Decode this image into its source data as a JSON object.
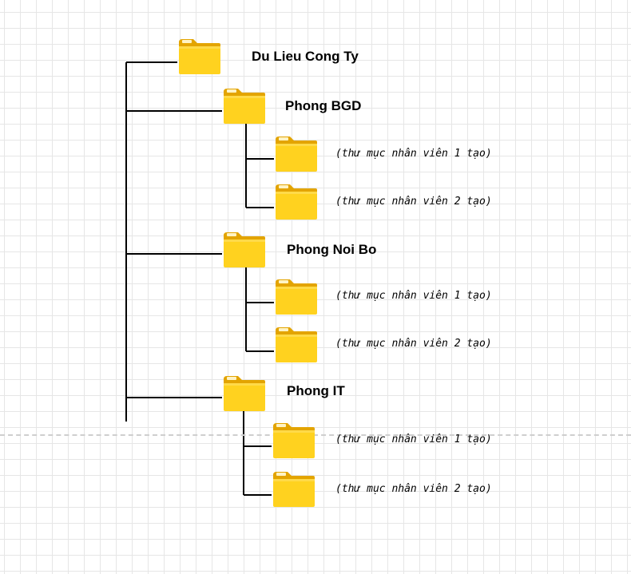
{
  "root": {
    "label": "Du Lieu Cong Ty",
    "icon": "folder-icon"
  },
  "departments": [
    {
      "label": "Phong BGD",
      "icon": "folder-icon",
      "subfolders": [
        {
          "note": "(thư mục nhân viên 1 tạo)",
          "icon": "folder-icon"
        },
        {
          "note": "(thư mục nhân viên 2 tạo)",
          "icon": "folder-icon"
        }
      ]
    },
    {
      "label": "Phong Noi Bo",
      "icon": "folder-icon",
      "subfolders": [
        {
          "note": "(thư mục nhân viên 1 tạo)",
          "icon": "folder-icon"
        },
        {
          "note": "(thư mục nhân viên 2 tạo)",
          "icon": "folder-icon"
        }
      ]
    },
    {
      "label": "Phong IT",
      "icon": "folder-icon",
      "subfolders": [
        {
          "note": "(thư mục nhân viên 1 tạo)",
          "icon": "folder-icon"
        },
        {
          "note": "(thư mục nhân viên 2 tạo)",
          "icon": "folder-icon"
        }
      ]
    }
  ],
  "colors": {
    "folder_body": "#FFD21F",
    "folder_tab": "#E3A400",
    "connector": "#000000",
    "grid": "#E6E6E6"
  }
}
